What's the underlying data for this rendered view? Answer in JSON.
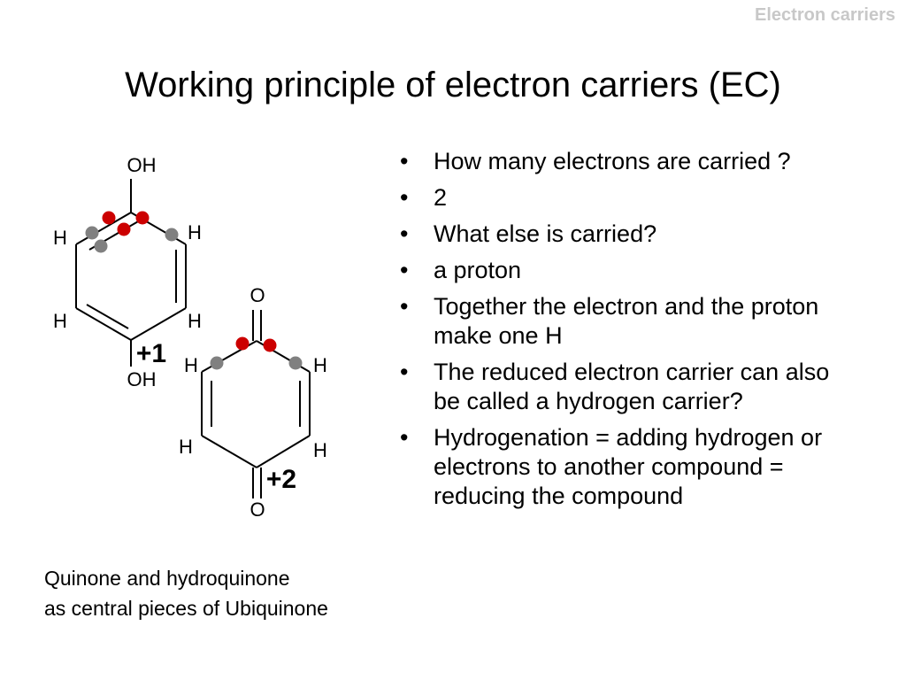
{
  "slide": {
    "header_label": "Electron carriers",
    "title": "Working principle of electron carriers (EC)"
  },
  "hydroquinone": {
    "top_label": "OH",
    "bottom_label": "OH",
    "h_top_left": "H",
    "h_top_right": "H",
    "h_bottom_left": "H",
    "h_bottom_right": "H",
    "charge": "+1"
  },
  "quinone": {
    "top_label": "O",
    "bottom_label": "O",
    "h_top_left": "H",
    "h_top_right": "H",
    "h_bottom_left": "H",
    "h_bottom_right": "H",
    "charge": "+2"
  },
  "colors": {
    "electron_dot": "#cc0000",
    "proton_dot": "#808080",
    "header_label": "#c8c8c8"
  },
  "caption": {
    "line1": "Quinone and hydroquinone",
    "line2": "as central pieces of Ubiquinone"
  },
  "bullets": [
    "How many electrons are carried ?",
    "2",
    "What else is carried?",
    "a proton",
    "Together the electron and the proton make one H",
    "The reduced electron carrier can also be called a hydrogen carrier?",
    "Hydrogenation = adding hydrogen or electrons to another compound = reducing the compound"
  ]
}
